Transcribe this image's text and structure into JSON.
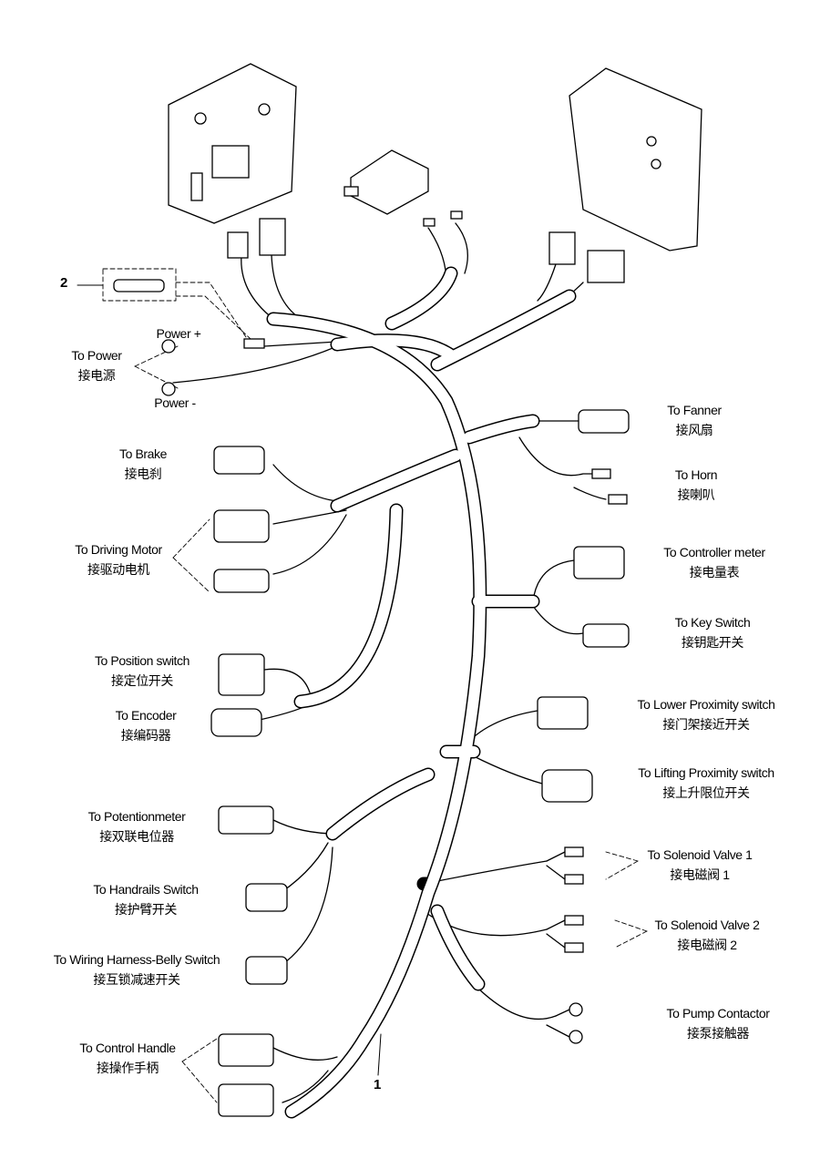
{
  "part_numbers": {
    "harness": "1",
    "fuse": "2"
  },
  "power": {
    "plus": "Power +",
    "minus": "Power -"
  },
  "labels_left": [
    {
      "en": "To Power",
      "zh": "接电源"
    },
    {
      "en": "To  Brake",
      "zh": "接电刹"
    },
    {
      "en": "To Driving Motor",
      "zh": "接驱动电机"
    },
    {
      "en": "To Position switch",
      "zh": "接定位开关"
    },
    {
      "en": "To Encoder",
      "zh": "接编码器"
    },
    {
      "en": "To Potentionmeter",
      "zh": "接双联电位器"
    },
    {
      "en": "To  Handrails Switch",
      "zh": "接护臂开关"
    },
    {
      "en": "To  Wiring Harness-Belly Switch",
      "zh": "接互锁减速开关"
    },
    {
      "en": "To Control Handle",
      "zh": "接操作手柄"
    }
  ],
  "labels_right": [
    {
      "en": "To  Fanner",
      "zh": "接风扇"
    },
    {
      "en": "To Horn",
      "zh": "接喇叭"
    },
    {
      "en": "To Controller meter",
      "zh": "接电量表"
    },
    {
      "en": "To Key Switch",
      "zh": "接钥匙开关"
    },
    {
      "en": "To  Lower Proximity switch",
      "zh": "接门架接近开关"
    },
    {
      "en": "To  Lifting Proximity switch",
      "zh": "接上升限位开关"
    },
    {
      "en": "To Solenoid Valve 1",
      "zh": "接电磁阀 1"
    },
    {
      "en": "To Solenoid Valve 2",
      "zh": "接电磁阀 2"
    },
    {
      "en": "To Pump Contactor",
      "zh": "接泵接触器"
    }
  ]
}
